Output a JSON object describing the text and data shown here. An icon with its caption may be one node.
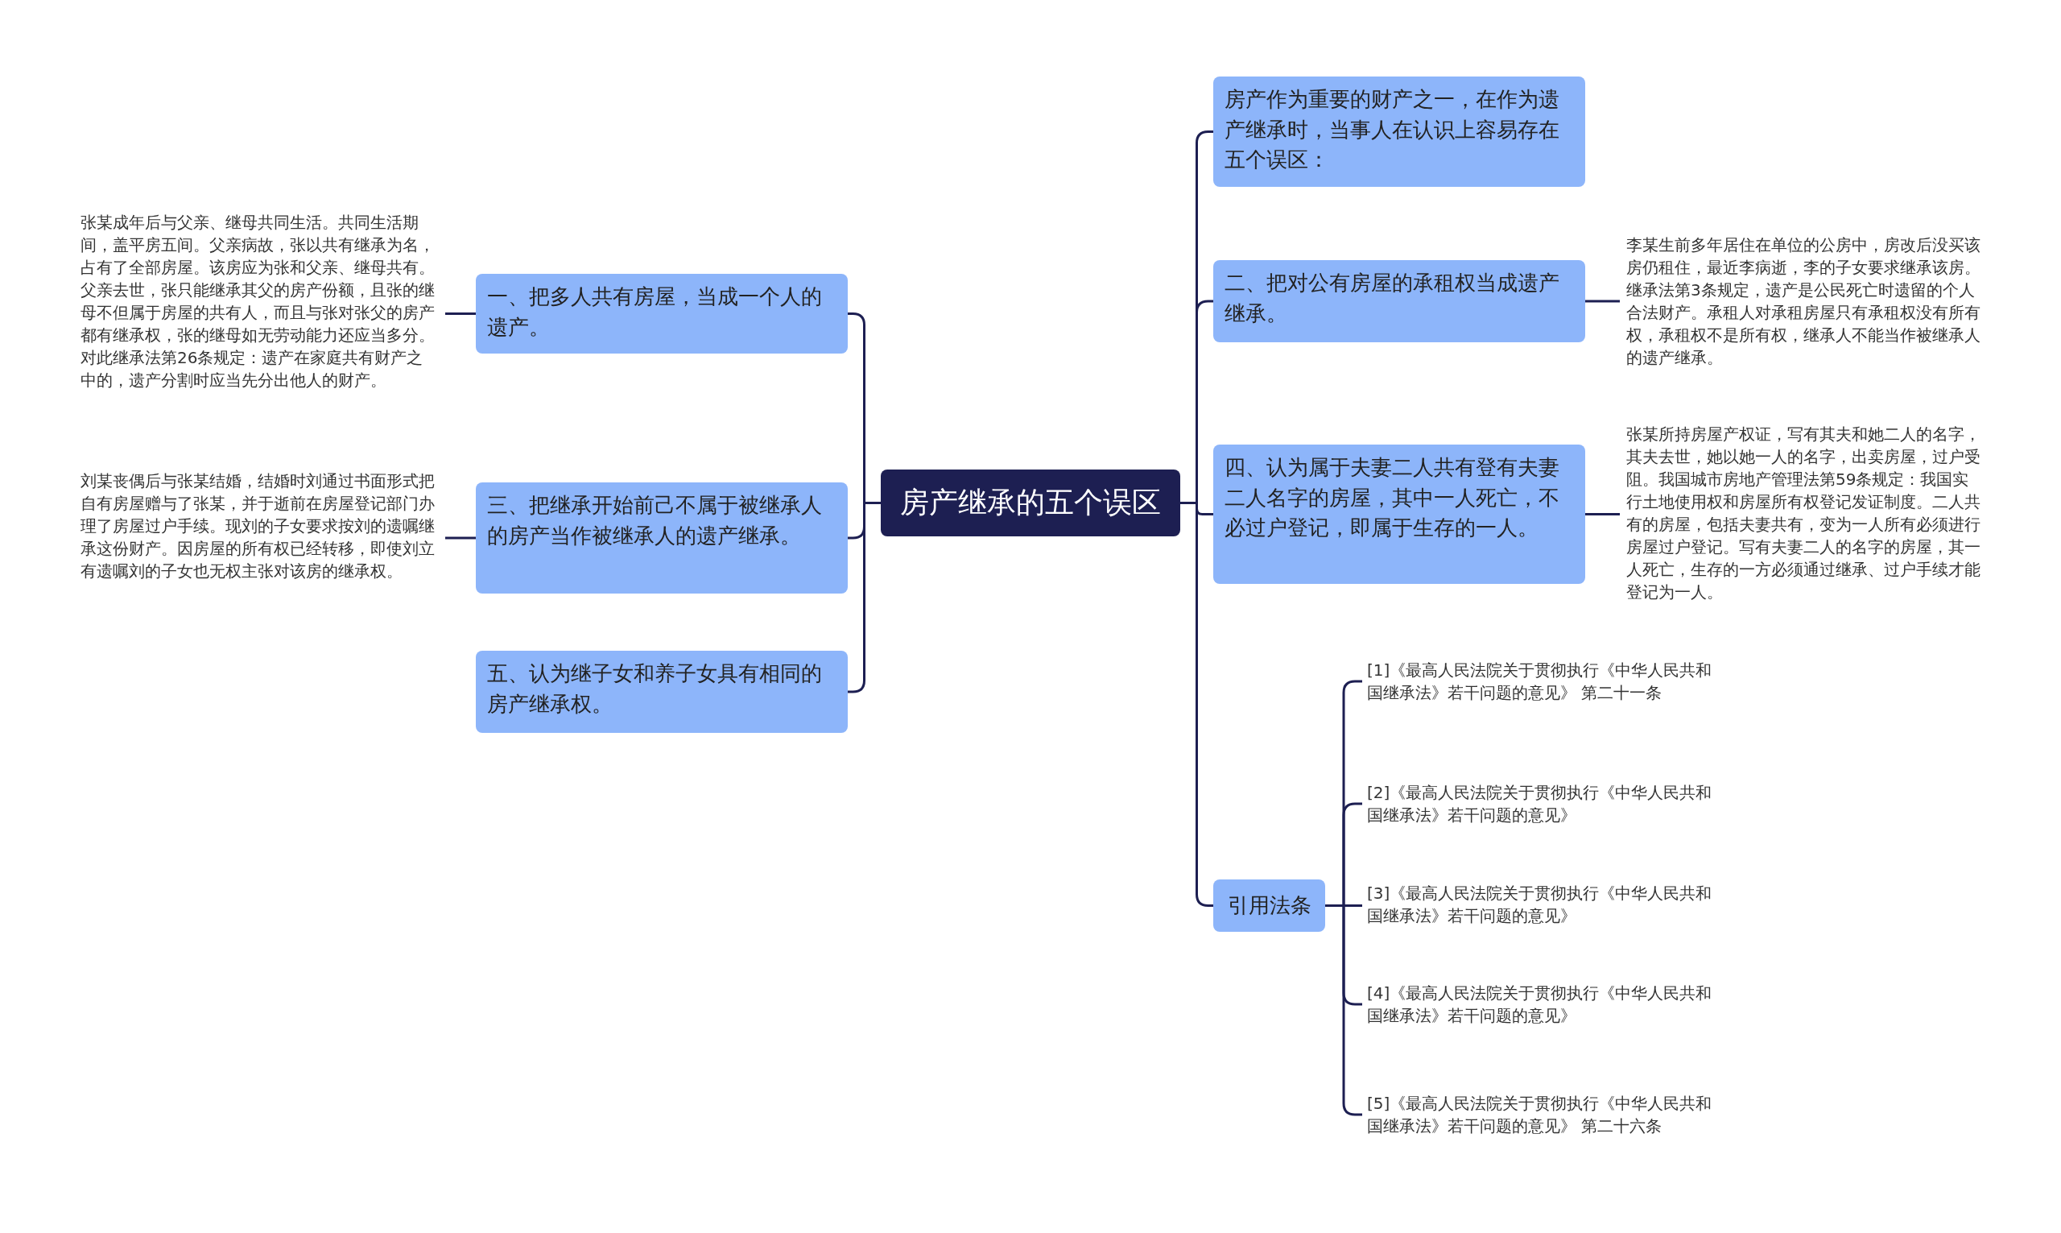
{
  "diagram": {
    "nodes": [
      {
        "text": [
          "房产继承的五个误区"
        ]
      },
      {
        "text": [
          "一、把多人共有房屋，当成一个人的遗产。"
        ]
      },
      {
        "text": [
          "张某成年后与父亲、继母共同生活。共同生活期间，盖平房五间。父亲病故，张以共有继承为名，占有了全部房屋。该房应为张和父亲、继母共有。父亲去世，张只能继承其父的房产份额，且张的继母不但属于房屋的共有人，而且与张对张父的房产都有继承权，张的继母如无劳动能力还应当多分。对此继承法第26条规定：遗产在家庭共有财产之中的，遗产分割时应当先分出他人的财产。"
        ]
      },
      {
        "text": [
          "三、把继承开始前己不属于被继承人的房产当作被继承人的遗产继承。"
        ]
      },
      {
        "text": [
          "刘某丧偶后与张某结婚，结婚时刘通过书面形式把自有房屋赠与了张某，并于逝前在房屋登记部门办理了房屋过户手续。现刘的子女要求按刘的遗嘱继承这份财产。因房屋的所有权已经转移，即使刘立有遗嘱刘的子女也无权主张对该房的继承权。"
        ]
      },
      {
        "text": [
          "五、认为继子女和养子女具有相同的房产继承权。"
        ]
      },
      {
        "text": [
          "房产作为重要的财产之一，在作为遗产继承时，当事人在认识上容易存在五个误区："
        ]
      },
      {
        "text": [
          "二、把对公有房屋的承租权当成遗产继承。"
        ]
      },
      {
        "text": [
          "李某生前多年居住在单位的公房中，房改后没买该房仍租住，最近李病逝，李的子女要求继承该房。继承法第3条规定，遗产是公民死亡时遗留的个人合法财产。承租人对承租房屋只有承租权没有所有权，承租权不是所有权，继承人不能当作被继承人的遗产继承。"
        ]
      },
      {
        "text": [
          "四、认为属于夫妻二人共有登有夫妻二人名字的房屋，其中一人死亡，不必过户登记，即属于生存的一人。"
        ]
      },
      {
        "text": [
          "张某所持房屋产权证，写有其夫和她二人的名字，其夫去世，她以她一人的名字，出卖房屋，过户受阻。我国城市房地产管理法第59条规定：我国实行土地使用权和房屋所有权登记发证制度。二人共有的房屋，包括夫妻共有，变为一人所有必须进行房屋过户登记。写有夫妻二人的名字的房屋，其一人死亡，生存的一方必须通过继承、过户手续才能登记为一人。"
        ]
      },
      {
        "text": [
          "引用法条"
        ]
      },
      {
        "text": [
          "[1]《最高人民法院关于贯彻执行《中华人民共和国继承法》若干问题的意见》 第二十一条"
        ]
      },
      {
        "text": [
          "[2]《最高人民法院关于贯彻执行《中华人民共和国继承法》若干问题的意见》"
        ]
      },
      {
        "text": [
          "[3]《最高人民法院关于贯彻执行《中华人民共和国继承法》若干问题的意见》"
        ]
      },
      {
        "text": [
          "[4]《最高人民法院关于贯彻执行《中华人民共和国继承法》若干问题的意见》"
        ]
      },
      {
        "text": [
          "[5]《最高人民法院关于贯彻执行《中华人民共和国继承法》若干问题的意见》 第二十六条"
        ]
      }
    ],
    "edges": [
      {
        "from": 0,
        "to": 1,
        "arrow": "none"
      },
      {
        "from": 0,
        "to": 3,
        "arrow": "none"
      },
      {
        "from": 0,
        "to": 5,
        "arrow": "none"
      },
      {
        "from": 1,
        "to": 2,
        "arrow": "none"
      },
      {
        "from": 3,
        "to": 4,
        "arrow": "none"
      },
      {
        "from": 0,
        "to": 6,
        "arrow": "none"
      },
      {
        "from": 0,
        "to": 7,
        "arrow": "none"
      },
      {
        "from": 0,
        "to": 9,
        "arrow": "none"
      },
      {
        "from": 0,
        "to": 11,
        "arrow": "none"
      },
      {
        "from": 7,
        "to": 8,
        "arrow": "none"
      },
      {
        "from": 9,
        "to": 10,
        "arrow": "none"
      },
      {
        "from": 11,
        "to": 12,
        "arrow": "none"
      },
      {
        "from": 11,
        "to": 13,
        "arrow": "none"
      },
      {
        "from": 11,
        "to": 14,
        "arrow": "none"
      },
      {
        "from": 11,
        "to": 15,
        "arrow": "none"
      },
      {
        "from": 11,
        "to": 16,
        "arrow": "none"
      }
    ]
  }
}
